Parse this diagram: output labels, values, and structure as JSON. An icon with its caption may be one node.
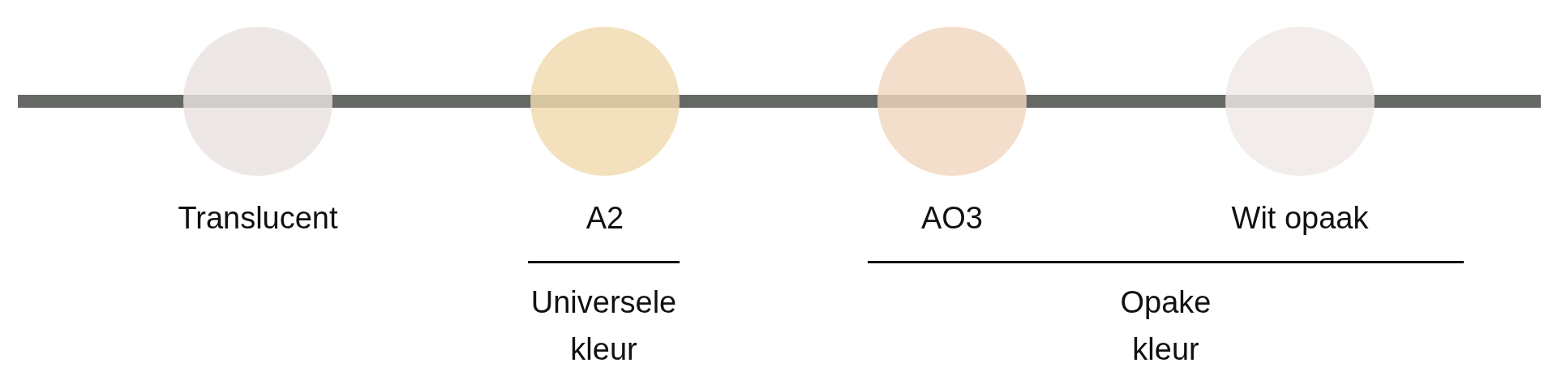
{
  "diagram": {
    "nodes": [
      {
        "text": [],
        "shape": "bar"
      },
      {
        "text": [
          "Translucent"
        ]
      },
      {
        "text": [
          "A2"
        ]
      },
      {
        "text": [
          "AO3"
        ]
      },
      {
        "text": [
          "Wit opaak"
        ]
      }
    ],
    "labels": [
      "Universele kleur",
      "Opake kleur"
    ]
  }
}
